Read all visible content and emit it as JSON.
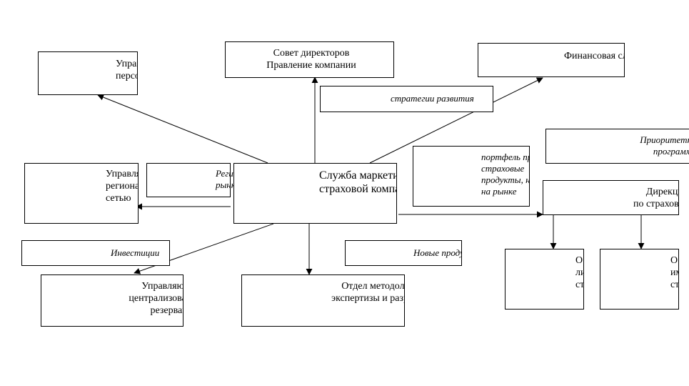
{
  "boxes": {
    "hr": "Управление\nперсоналом",
    "board": "Совет директоров\nПравление компании",
    "finance": "Финансовая служба",
    "strategy": "стратегии развития",
    "priority": "Приоритетн\nпрограмм",
    "regional_mgmt": "Управля\nрегиона\nсетью",
    "regional_markets": "Региональные\nрынки",
    "marketing": "Служба маркети\nстраховой компа",
    "portfolio": "портфель пр\nстраховые\nпродукты, нужные\nна рынке",
    "directorate": "Дирекци\nпо страхова",
    "investments": "Инвестиции",
    "new_products": "Новые продукты",
    "reserves": "Управляющий\nцентрализованными\nрезервами",
    "methodology": "Отдел методологии,\nэкспертизы и разработок",
    "dept_left": "О\nличн\nстрах",
    "dept_right": "О\nимущ\nстрах"
  }
}
